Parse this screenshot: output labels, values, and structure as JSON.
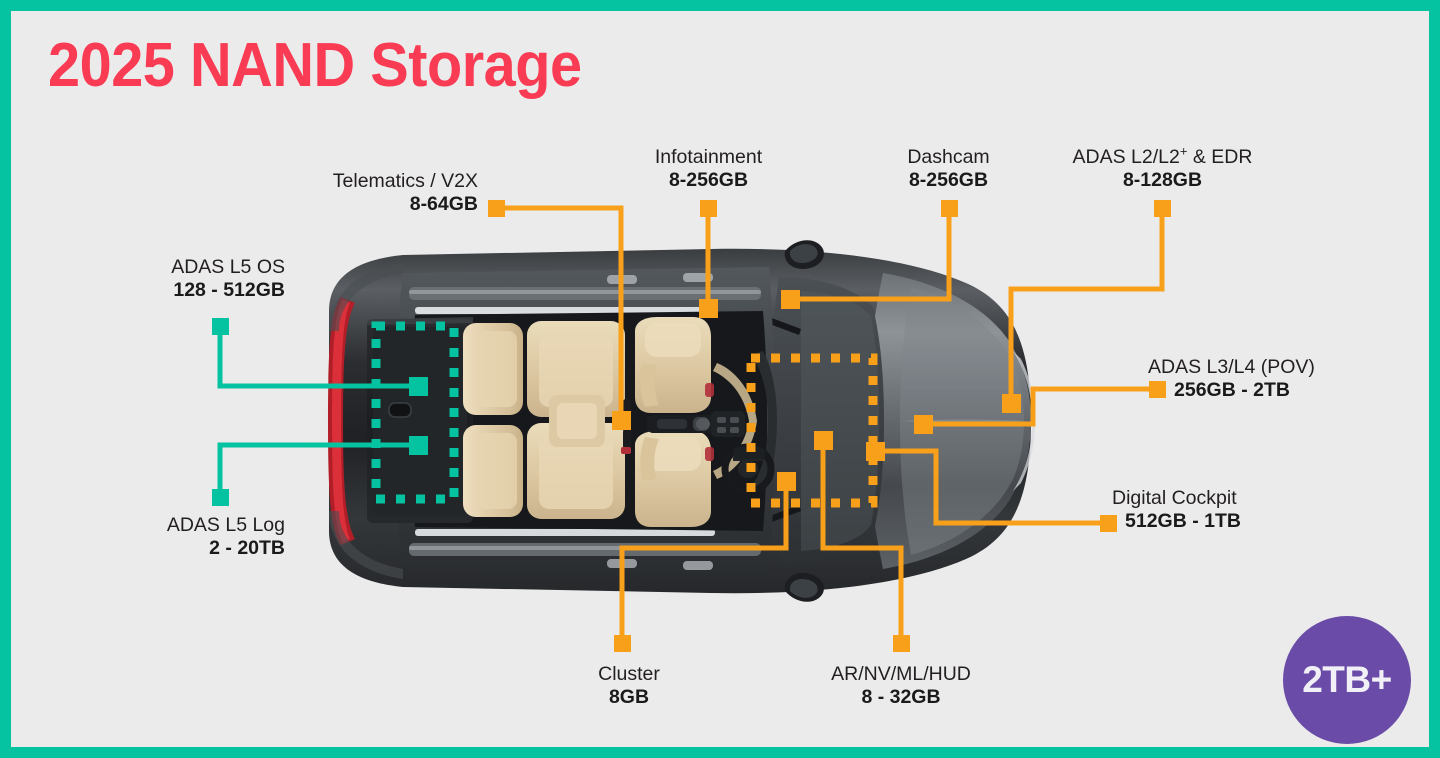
{
  "page": {
    "title": "2025 NAND Storage",
    "background_color": "#ebebeb",
    "border_color": "#05C2A0",
    "title_color": "#F93B54",
    "orange": "#F9A01B",
    "teal": "#05C2A0"
  },
  "badge": {
    "label": "2TB+",
    "color": "#6A4CA8",
    "text_color": "#f2f0f7"
  },
  "callouts": [
    {
      "name": "ADAS L5 OS",
      "value": "128 - 512GB",
      "color": "#05C2A0"
    },
    {
      "name": "ADAS L5 Log",
      "value": "2 - 20TB",
      "color": "#05C2A0"
    },
    {
      "name": "Telematics / V2X",
      "value": "8-64GB",
      "color": "#F9A01B"
    },
    {
      "name": "Infotainment",
      "value": "8-256GB",
      "color": "#F9A01B"
    },
    {
      "name": "Dashcam",
      "value": "8-256GB",
      "color": "#F9A01B"
    },
    {
      "name": "ADAS L2/L2+ & EDR",
      "value": "8-128GB",
      "color": "#F9A01B"
    },
    {
      "name": "ADAS L3/L4 (POV)",
      "value": "256GB - 2TB",
      "color": "#F9A01B"
    },
    {
      "name": "Digital Cockpit",
      "value": "512GB - 1TB",
      "color": "#F9A01B"
    },
    {
      "name": "Cluster",
      "value": "8GB",
      "color": "#F9A01B"
    },
    {
      "name": "AR/NV/ML/HUD",
      "value": "8 - 32GB",
      "color": "#F9A01B"
    }
  ],
  "callout_parts": {
    "adas_l2_prefix": "ADAS L2/L2",
    "adas_l2_sup": "+",
    "adas_l2_suffix": " & EDR"
  },
  "illustration": {
    "subject": "top-down-car",
    "highlight_regions": [
      {
        "name": "trunk-storage-zone",
        "color": "#05C2A0",
        "style": "dashed"
      },
      {
        "name": "cockpit-zone",
        "color": "#F9A01B",
        "style": "dashed"
      }
    ]
  }
}
